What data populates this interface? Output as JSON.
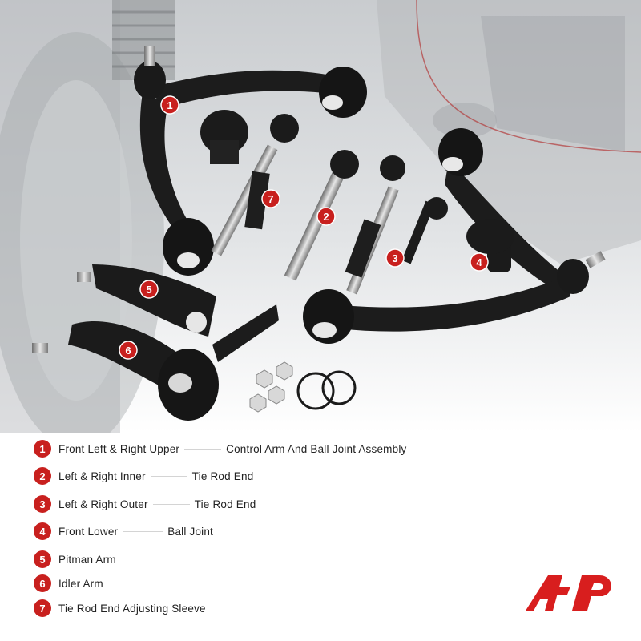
{
  "legend": {
    "items": [
      {
        "number": "1",
        "label": "Front Left  &  Right Upper",
        "detail": "Control Arm And Ball Joint Assembly"
      },
      {
        "number": "2",
        "label": "Left  &  Right Inner",
        "detail": "Tie Rod End"
      },
      {
        "number": "3",
        "label": "Left & Right Outer",
        "detail": "Tie Rod End"
      },
      {
        "number": "4",
        "label": "Front Lower",
        "detail": "Ball Joint"
      },
      {
        "number": "5",
        "label": "Pitman Arm",
        "detail": ""
      },
      {
        "number": "6",
        "label": "Idler Arm",
        "detail": ""
      },
      {
        "number": "7",
        "label": "Tie Rod End Adjusting Sleeve",
        "detail": ""
      }
    ]
  },
  "photo": {
    "badges": [
      "1",
      "2",
      "3",
      "4",
      "5",
      "6",
      "7"
    ]
  },
  "colors": {
    "accent": "#c8201e",
    "part": "#1a1a1a",
    "background_tint": "#dfe1e3"
  },
  "logo": {
    "icon": "a-premium-logo-icon"
  }
}
